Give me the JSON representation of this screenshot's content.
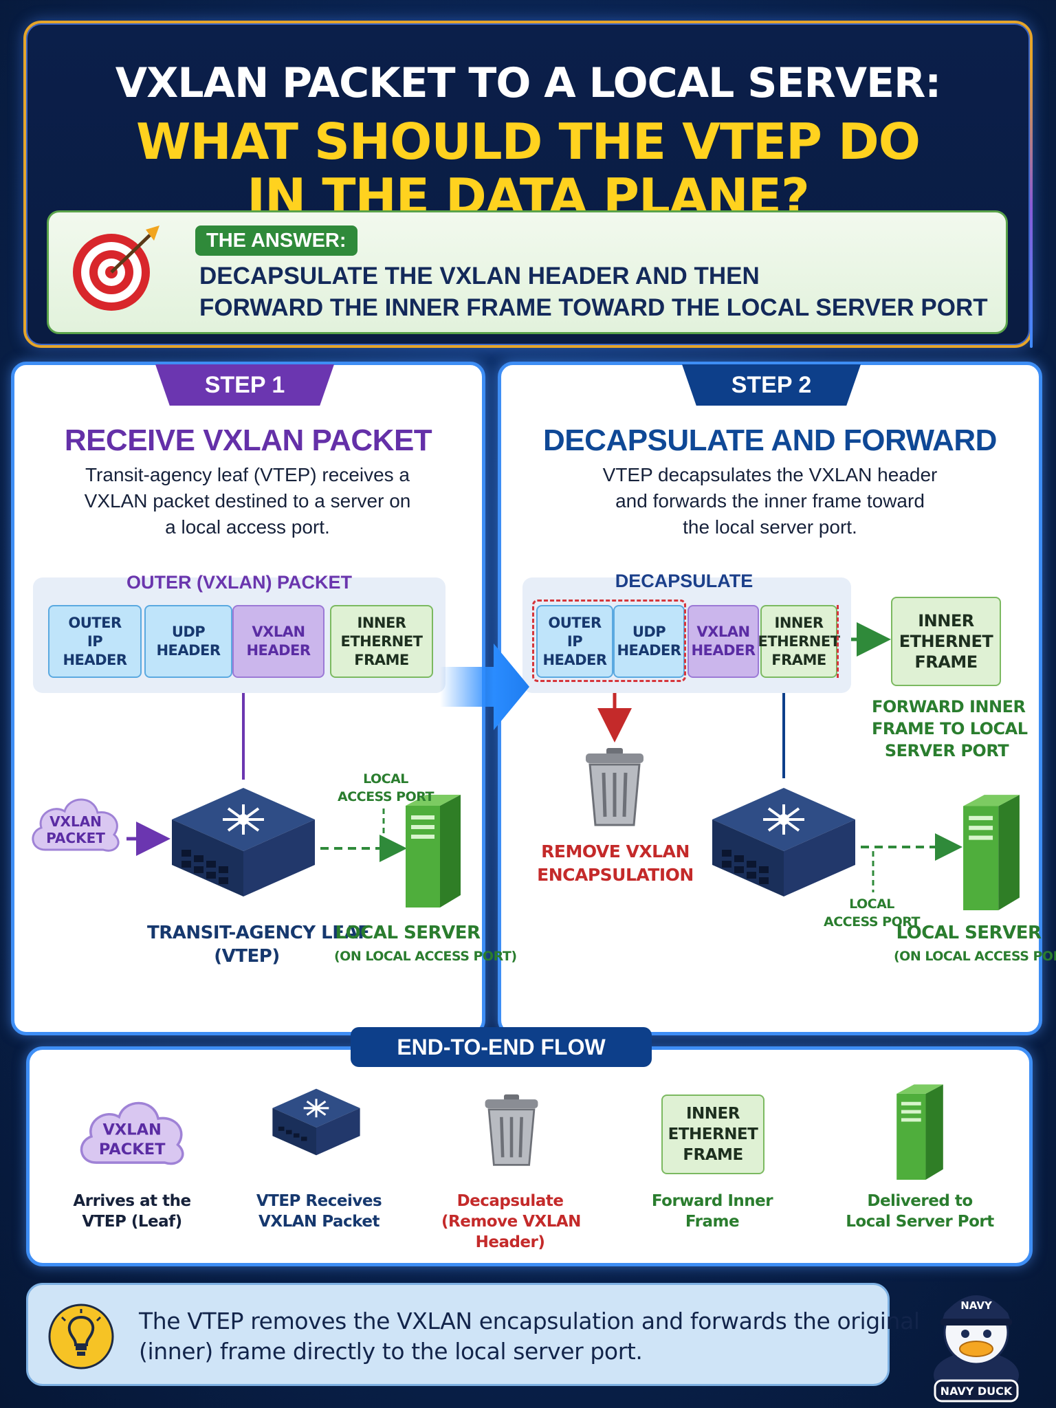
{
  "title": {
    "line1": "VXLAN PACKET TO A LOCAL SERVER:",
    "line2": "WHAT SHOULD THE VTEP DO",
    "line3": "IN THE DATA PLANE?"
  },
  "answer": {
    "tag": "THE ANSWER:",
    "line1": "DECAPSULATE THE VXLAN HEADER AND THEN",
    "line2": "FORWARD THE INNER FRAME TOWARD THE LOCAL SERVER PORT"
  },
  "step1": {
    "tab": "STEP 1",
    "heading": "RECEIVE VXLAN PACKET",
    "desc": [
      "Transit-agency leaf (VTEP) receives a",
      "VXLAN packet destined to a server on",
      "a local access port."
    ],
    "strip_label": "OUTER (VXLAN) PACKET",
    "segments": {
      "outer": [
        "OUTER",
        "IP",
        "HEADER"
      ],
      "udp": [
        "UDP",
        "HEADER"
      ],
      "vxlan": [
        "VXLAN",
        "HEADER"
      ],
      "inner": [
        "INNER",
        "ETHERNET",
        "FRAME"
      ]
    },
    "cloud": [
      "VXLAN",
      "PACKET"
    ],
    "access_port": [
      "LOCAL",
      "ACCESS PORT"
    ],
    "leaf_label": [
      "TRANSIT-AGENCY LEAF",
      "(VTEP)"
    ],
    "server_label": "LOCAL SERVER",
    "server_sub": "(ON LOCAL ACCESS PORT)"
  },
  "step2": {
    "tab": "STEP 2",
    "heading": "DECAPSULATE AND FORWARD",
    "desc": [
      "VTEP decapsulates the VXLAN header",
      "and forwards the inner frame toward",
      "the local server port."
    ],
    "strip_label": "DECAPSULATE",
    "segments": {
      "outer": [
        "OUTER",
        "IP",
        "HEADER"
      ],
      "udp": [
        "UDP",
        "HEADER"
      ],
      "vxlan": [
        "VXLAN",
        "HEADER"
      ],
      "inner": [
        "INNER",
        "ETHERNET",
        "FRAME"
      ]
    },
    "inner_out": [
      "INNER",
      "ETHERNET",
      "FRAME"
    ],
    "forward_label": [
      "FORWARD INNER",
      "FRAME TO LOCAL",
      "SERVER PORT"
    ],
    "remove_label": [
      "REMOVE VXLAN",
      "ENCAPSULATION"
    ],
    "access_port": [
      "LOCAL",
      "ACCESS PORT"
    ],
    "server_label": "LOCAL SERVER",
    "server_sub": "(ON LOCAL ACCESS PORT)"
  },
  "flow": {
    "tab": "END-TO-END FLOW",
    "cloud": [
      "VXLAN",
      "PACKET"
    ],
    "inner": [
      "INNER",
      "ETHERNET",
      "FRAME"
    ],
    "captions": [
      [
        "Arrives at the",
        "VTEP (Leaf)"
      ],
      [
        "VTEP Receives",
        "VXLAN Packet"
      ],
      [
        "Decapsulate",
        "(Remove VXLAN",
        "Header)"
      ],
      [
        "Forward Inner",
        "Frame"
      ],
      [
        "Delivered to",
        "Local Server Port"
      ]
    ]
  },
  "tip": {
    "line1": "The VTEP removes the VXLAN encapsulation and forwards the original",
    "line2": "(inner) frame directly to the local server port."
  },
  "mascot": {
    "cap": "NAVY",
    "badge": "NAVY DUCK"
  },
  "colors": {
    "purple": "#6b36b0",
    "navy": "#0d3f8a",
    "green": "#2a7d2e",
    "red": "#c42a2a",
    "gold": "#ffd21f"
  }
}
